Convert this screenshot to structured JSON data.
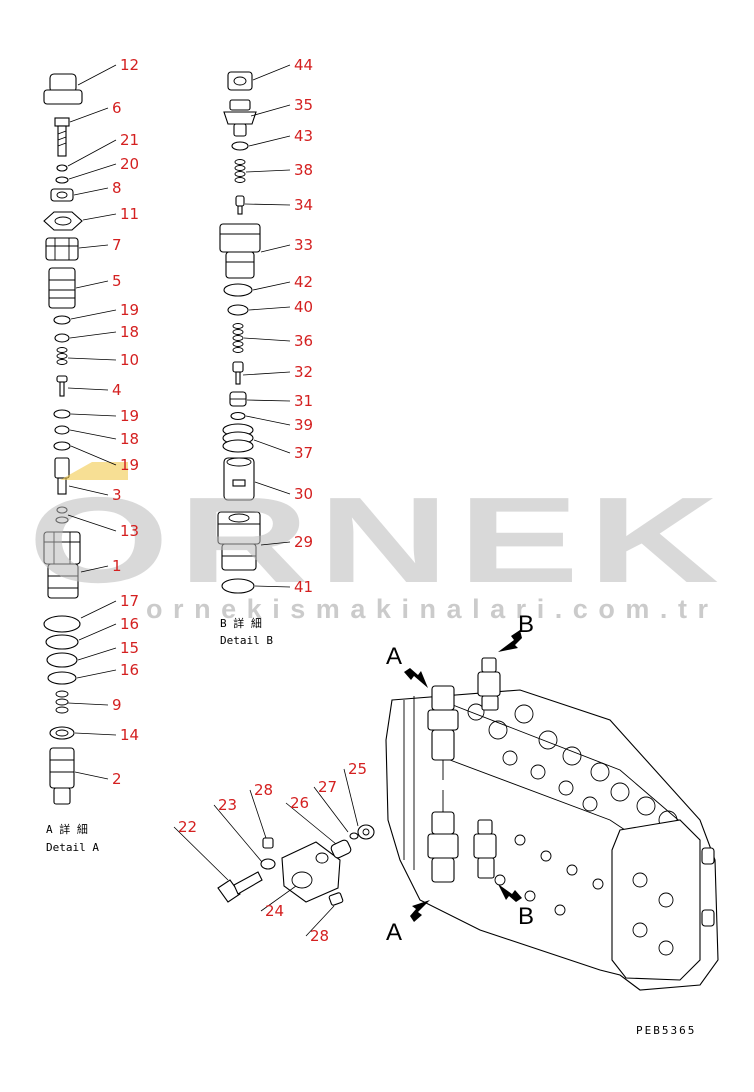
{
  "watermark": {
    "brand": "ORNEK",
    "url": "ornekismakinalari.com.tr"
  },
  "detail_a": {
    "kanji": "A 詳 細",
    "label": "Detail A"
  },
  "detail_b": {
    "kanji": "B 詳 細",
    "label": "Detail B"
  },
  "view_markers": [
    "A",
    "B",
    "A",
    "B"
  ],
  "drawing_code": "PEB5365",
  "detail_a_callouts": [
    "12",
    "6",
    "21",
    "20",
    "8",
    "11",
    "7",
    "5",
    "19",
    "18",
    "10",
    "4",
    "19",
    "18",
    "19",
    "3",
    "13",
    "1",
    "17",
    "16",
    "15",
    "16",
    "9",
    "14",
    "2"
  ],
  "detail_b_callouts": [
    "44",
    "35",
    "43",
    "38",
    "34",
    "33",
    "42",
    "40",
    "36",
    "32",
    "31",
    "39",
    "37",
    "30",
    "29",
    "41"
  ],
  "lower_callouts": [
    "25",
    "27",
    "26",
    "28",
    "23",
    "22",
    "24",
    "28"
  ],
  "colors": {
    "callout": "#d42020",
    "watermark": "#b9b9b9",
    "watermark_accent": "#f2c94c",
    "line": "#000000"
  }
}
